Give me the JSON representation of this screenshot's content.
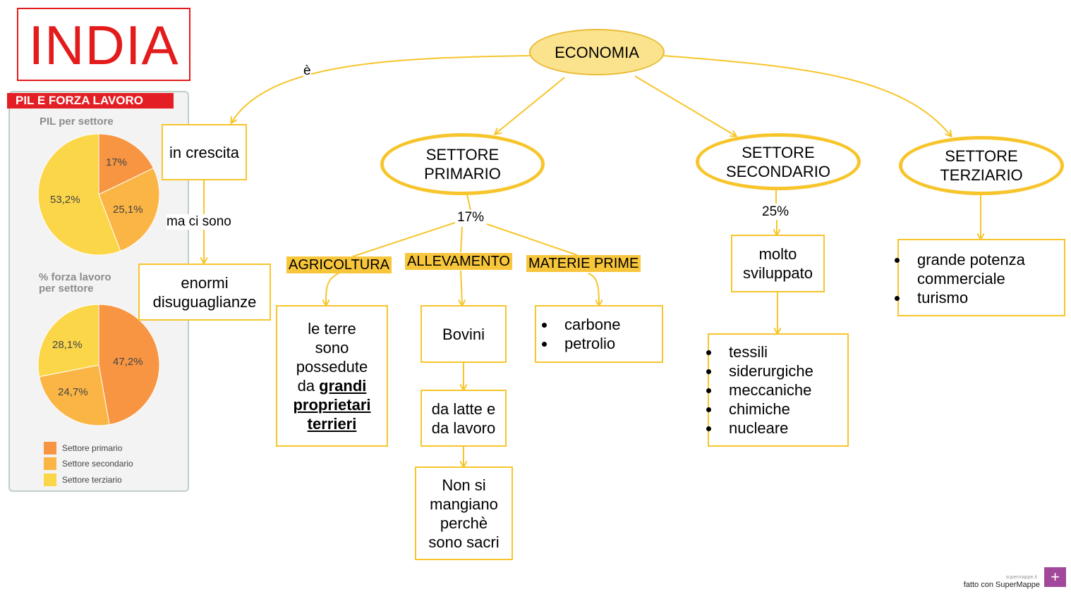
{
  "title": "INDIA",
  "infographic": {
    "header": "PIL E FORZA LAVORO",
    "pil_title": "PIL per settore",
    "forza_title_line1": "% forza lavoro",
    "forza_title_line2": "per settore",
    "pil_labels": [
      "17%",
      "25,1%",
      "53,2%"
    ],
    "pil_values": [
      17,
      25.1,
      53.2
    ],
    "forza_labels": [
      "47,2%",
      "24,7%",
      "28,1%"
    ],
    "forza_values": [
      47.2,
      24.7,
      28.1
    ],
    "legend": [
      "Settore primario",
      "Settore secondario",
      "Settore terziario"
    ],
    "colors": {
      "primario": "#f79543",
      "secondario": "#fbb545",
      "terziario": "#fcd649"
    }
  },
  "nodes": {
    "economia": "ECONOMIA",
    "in_crescita": "in crescita",
    "enormi_1": "enormi",
    "enormi_2": "disuguaglianze",
    "primario_1": "SETTORE",
    "primario_2": "PRIMARIO",
    "secondario_1": "SETTORE",
    "secondario_2": "SECONDARIO",
    "terziario_1": "SETTORE",
    "terziario_2": "TERZIARIO",
    "agricoltura": "AGRICOLTURA",
    "allevamento": "ALLEVAMENTO",
    "materie_prime": "MATERIE PRIME",
    "terre_1": "le terre",
    "terre_2": "sono",
    "terre_3": "possedute",
    "terre_4a": "da ",
    "terre_4b": "grandi ",
    "terre_5": "proprietari ",
    "terre_6": "terrieri",
    "bovini": "Bovini",
    "latte_1": "da latte e",
    "latte_2": "da lavoro",
    "sacri_1": "Non si",
    "sacri_2": "mangiano",
    "sacri_3": "perchè",
    "sacri_4": "sono sacri",
    "materie_items": [
      "carbone",
      "petrolio"
    ],
    "sviluppato_1": "molto",
    "sviluppato_2": "sviluppato",
    "industrie_items": [
      "tessili",
      "siderurgiche",
      "meccaniche",
      "chimiche",
      "nucleare"
    ],
    "terziario_items": [
      "grande potenza commerciale",
      "turismo"
    ]
  },
  "links": {
    "e": "è",
    "ma_ci_sono": "ma ci sono",
    "pct_primario": "17%",
    "pct_secondario": "25%"
  },
  "footer": {
    "small": "supermappe.it",
    "text": "fatto con SuperMappe",
    "logo": "+"
  }
}
